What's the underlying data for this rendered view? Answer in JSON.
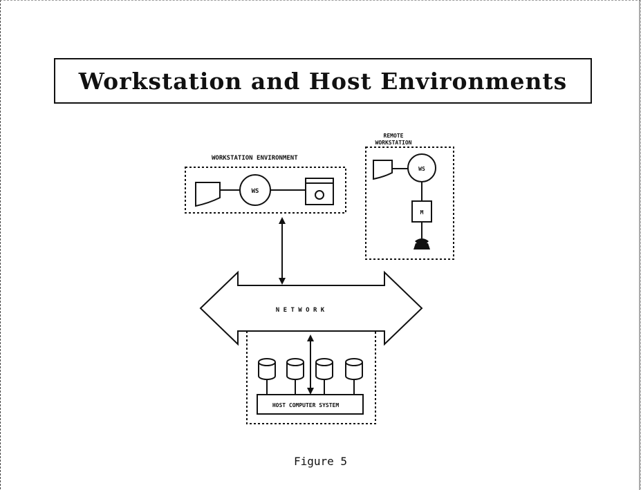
{
  "title": "Workstation and Host Environments",
  "caption": "Figure 5",
  "workstation_env": {
    "label": "WORKSTATION ENVIRONMENT",
    "ws_label": "WS"
  },
  "remote": {
    "label_line1": "REMOTE",
    "label_line2": "WORKSTATION",
    "ws_label": "WS",
    "modem_label": "M"
  },
  "network": {
    "label": "N E T W O R K"
  },
  "host": {
    "label": "HOST COMPUTER SYSTEM"
  },
  "icons": [
    "display-icon",
    "disk-drive-icon",
    "telephone-icon",
    "database-cylinder-icon"
  ]
}
